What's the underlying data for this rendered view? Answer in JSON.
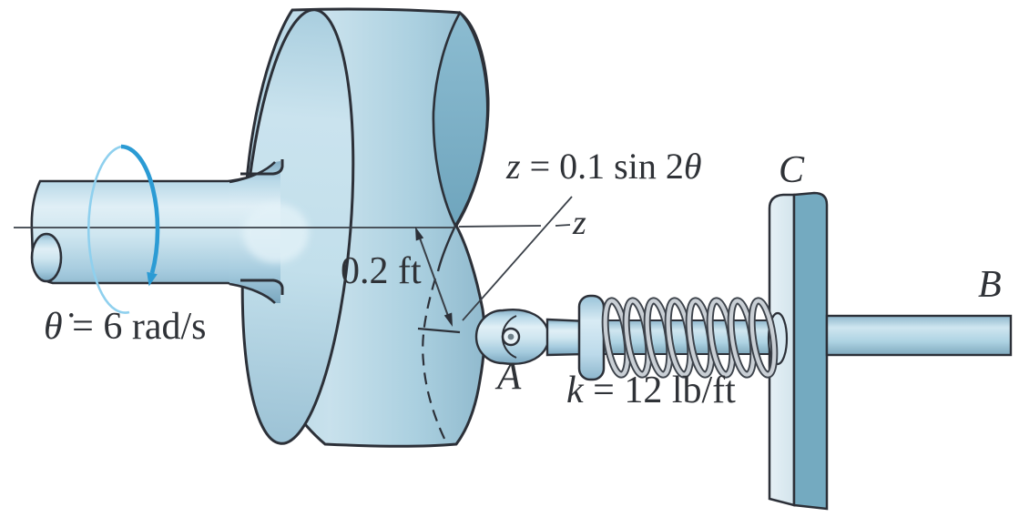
{
  "figure": {
    "title": "rotating drum cam with spring-loaded follower",
    "labels": {
      "spin_rate": [
        {
          "t": "θ̇",
          "i": 1
        },
        {
          "t": " = 6 rad/s",
          "i": 0
        }
      ],
      "cam_equation": [
        {
          "t": "z",
          "i": 1
        },
        {
          "t": " = 0.1 sin 2",
          "i": 0
        },
        {
          "t": "θ",
          "i": 1
        }
      ],
      "z_axis": [
        {
          "t": "z",
          "i": 1
        }
      ],
      "depth_dim": [
        {
          "t": "0.2 ft",
          "i": 0
        }
      ],
      "spring_constant": [
        {
          "t": "k",
          "i": 1
        },
        {
          "t": " = 12 lb/ft",
          "i": 0
        }
      ],
      "point_a": [
        {
          "t": "A",
          "i": 1
        }
      ],
      "point_b": [
        {
          "t": "B",
          "i": 1
        }
      ],
      "point_c": [
        {
          "t": "C",
          "i": 1
        }
      ]
    },
    "colors": {
      "outline": "#2c3038",
      "text": "#2f3237",
      "body_light": "#c9e2ed",
      "body_mid": "#aed2e2",
      "face_dark": "#79aec5",
      "roller_blue": "#41b0e0",
      "arrow_blue": "#2b9bd4",
      "spring_silver": "#c9cfd5",
      "wall_front": "#dfecf2",
      "wall_side": "#74aac0"
    }
  }
}
